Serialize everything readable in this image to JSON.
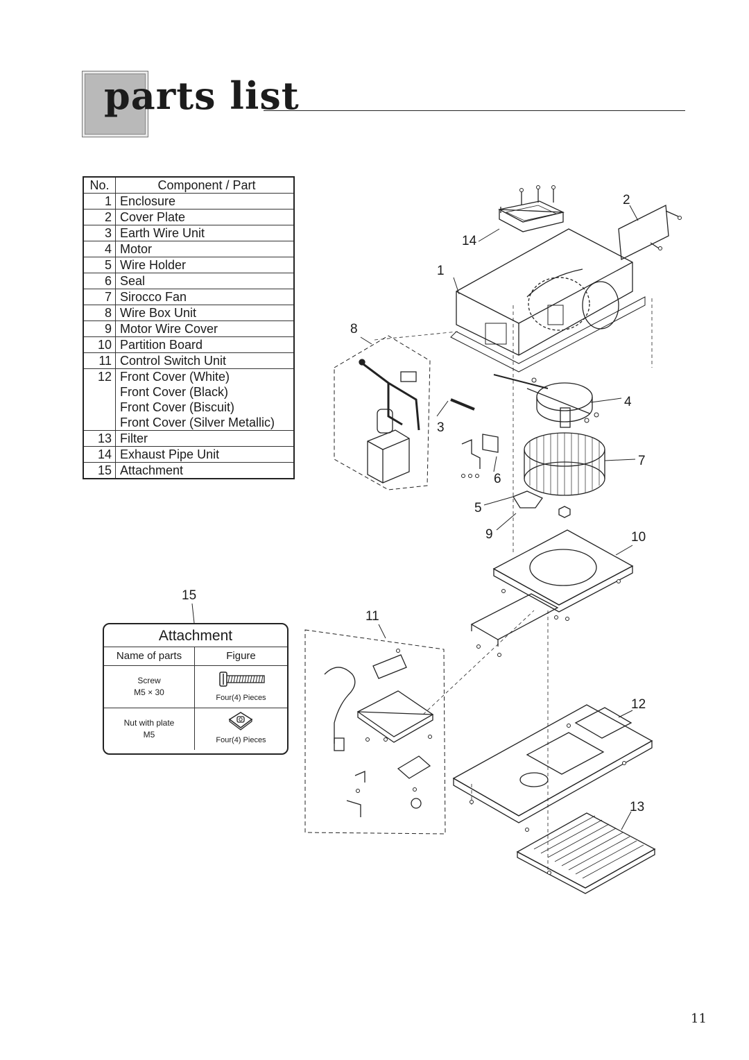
{
  "page": {
    "title": "parts list",
    "page_number": "11"
  },
  "parts_table": {
    "header": {
      "no": "No.",
      "component": "Component / Part"
    },
    "rows": [
      {
        "no": "1",
        "name": "Enclosure"
      },
      {
        "no": "2",
        "name": "Cover Plate"
      },
      {
        "no": "3",
        "name": "Earth Wire Unit"
      },
      {
        "no": "4",
        "name": "Motor"
      },
      {
        "no": "5",
        "name": "Wire Holder"
      },
      {
        "no": "6",
        "name": "Seal"
      },
      {
        "no": "7",
        "name": "Sirocco Fan"
      },
      {
        "no": "8",
        "name": "Wire Box Unit"
      },
      {
        "no": "9",
        "name": "Motor Wire Cover"
      },
      {
        "no": "10",
        "name": "Partition Board"
      },
      {
        "no": "11",
        "name": "Control Switch Unit"
      },
      {
        "no": "12",
        "name": "Front Cover (White)"
      },
      {
        "no": "",
        "name": "Front Cover (Black)"
      },
      {
        "no": "",
        "name": "Front Cover (Biscuit)"
      },
      {
        "no": "",
        "name": "Front Cover (Silver Metallic)"
      },
      {
        "no": "13",
        "name": "Filter"
      },
      {
        "no": "14",
        "name": "Exhaust Pipe Unit"
      },
      {
        "no": "15",
        "name": "Attachment"
      }
    ]
  },
  "attachment": {
    "callout": "15",
    "title": "Attachment",
    "header": {
      "name": "Name of parts",
      "figure": "Figure"
    },
    "items": [
      {
        "name_line1": "Screw",
        "name_line2": "M5 × 30",
        "quantity": "Four(4) Pieces",
        "icon": "screw-icon"
      },
      {
        "name_line1": "Nut with plate",
        "name_line2": "M5",
        "quantity": "Four(4) Pieces",
        "icon": "nut-plate-icon"
      }
    ]
  },
  "diagram_labels": {
    "l1": "1",
    "l2": "2",
    "l3": "3",
    "l4": "4",
    "l5": "5",
    "l6": "6",
    "l7": "7",
    "l8": "8",
    "l9": "9",
    "l10": "10",
    "l11": "11",
    "l12": "12",
    "l13": "13",
    "l14": "14"
  }
}
